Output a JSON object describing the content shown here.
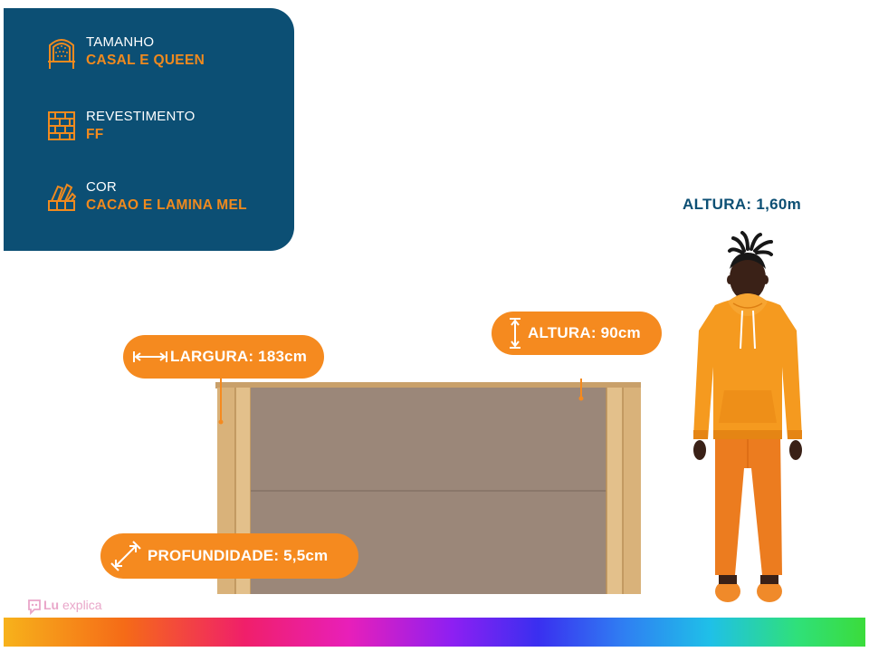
{
  "specs": [
    {
      "label": "TAMANHO",
      "value": "CASAL E QUEEN",
      "icon": "headboard-icon"
    },
    {
      "label": "REVESTIMENTO",
      "value": "FF",
      "icon": "fabric-weave-icon"
    },
    {
      "label": "COR",
      "value": "CACAO E LAMINA MEL",
      "icon": "color-swatch-icon"
    }
  ],
  "dimensions": {
    "width": "LARGURA: 183cm",
    "height": "ALTURA: 90cm",
    "depth": "PROFUNDIDADE: 5,5cm"
  },
  "person": {
    "title": "ALTURA: 1,60m"
  },
  "brand": {
    "logo_lu": "Lu",
    "logo_explica": "explica"
  },
  "colors": {
    "card": "#0c4f74",
    "accent": "#f58a1f",
    "headboard_panel": "#9b8779",
    "headboard_wood": "#d9b27a",
    "person_hoodie": "#f59a1f",
    "person_pants": "#ec7c1f",
    "person_skin": "#3a2117"
  }
}
